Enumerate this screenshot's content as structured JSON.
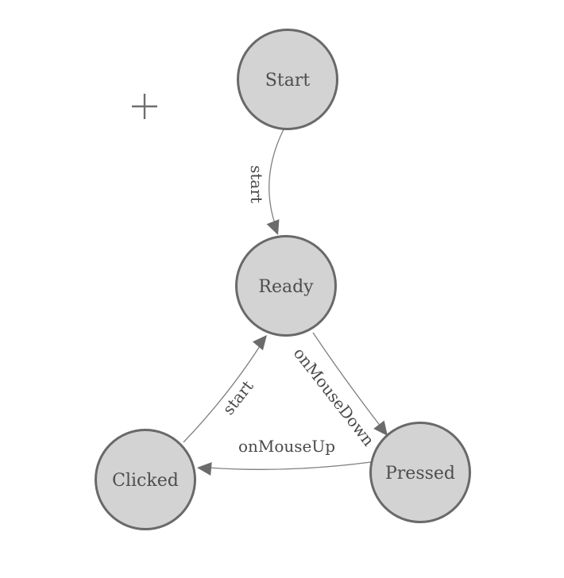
{
  "colors": {
    "background": "#ffffff",
    "node_fill": "#d3d3d3",
    "node_border": "#696969",
    "edge_line": "#7f7f7f",
    "arrow_fill": "#6b6b6b",
    "label_text": "#4a4a4a",
    "crosshair": "#6e6e6e"
  },
  "diagram": {
    "type": "state-machine",
    "nodes": [
      {
        "label": "Start"
      },
      {
        "label": "Ready"
      },
      {
        "label": "Clicked"
      },
      {
        "label": "Pressed"
      }
    ],
    "edges": [
      {
        "from": "Start",
        "to": "Ready",
        "label": "start"
      },
      {
        "from": "Clicked",
        "to": "Ready",
        "label": "start"
      },
      {
        "from": "Ready",
        "to": "Pressed",
        "label": "onMouseDown"
      },
      {
        "from": "Pressed",
        "to": "Clicked",
        "label": "onMouseUp"
      }
    ]
  }
}
